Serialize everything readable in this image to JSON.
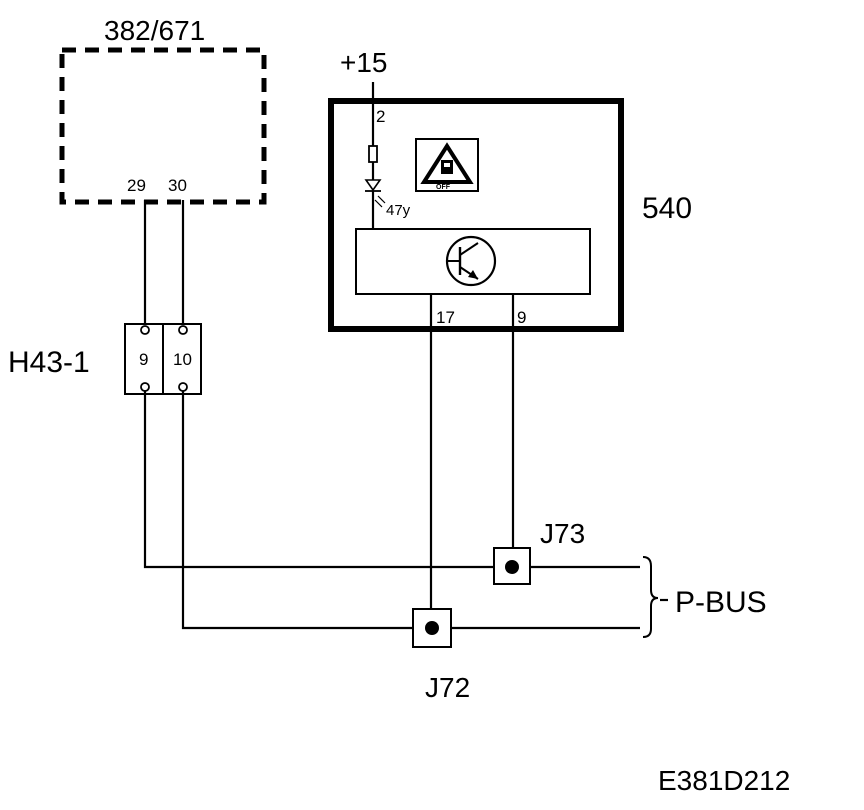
{
  "diagram": {
    "ecu_label": "382/671",
    "ecu_pins": [
      "29",
      "30"
    ],
    "connector_label": "H43-1",
    "connector_pins": [
      "9",
      "10"
    ],
    "supply_label": "+15",
    "module_label": "540",
    "module_pins": {
      "supply": "2",
      "bus_a": "17",
      "bus_b": "9"
    },
    "led_label": "47y",
    "indicator_text": "OFF",
    "splice_a": "J73",
    "splice_b": "J72",
    "bus_label": "P-BUS",
    "figure_id": "E381D212"
  },
  "colors": {
    "line": "#000000",
    "background": "#ffffff"
  },
  "icons": {
    "transistor": "npn-transistor-icon",
    "led": "led-icon",
    "resistor": "resistor-icon",
    "warning": "warning-triangle-icon"
  }
}
